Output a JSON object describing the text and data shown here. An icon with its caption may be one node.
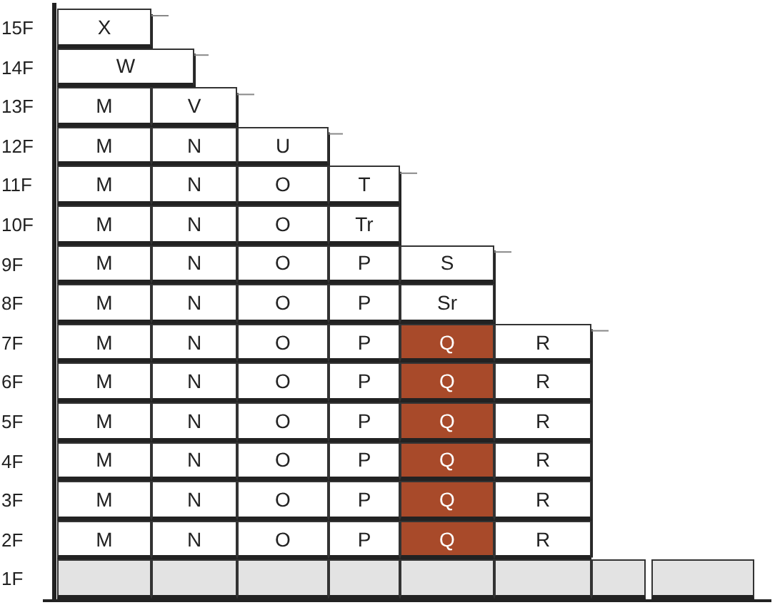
{
  "diagram": {
    "nodes": [
      {
        "text": [
          "X"
        ]
      },
      {
        "text": [
          "W"
        ]
      },
      {
        "text": [
          "M"
        ]
      },
      {
        "text": [
          "V"
        ]
      },
      {
        "text": [
          "M"
        ]
      },
      {
        "text": [
          "N"
        ]
      },
      {
        "text": [
          "U"
        ]
      },
      {
        "text": [
          "M"
        ]
      },
      {
        "text": [
          "N"
        ]
      },
      {
        "text": [
          "O"
        ]
      },
      {
        "text": [
          "T"
        ]
      },
      {
        "text": [
          "M"
        ]
      },
      {
        "text": [
          "N"
        ]
      },
      {
        "text": [
          "O"
        ]
      },
      {
        "text": [
          "Tr"
        ]
      },
      {
        "text": [
          "M"
        ]
      },
      {
        "text": [
          "N"
        ]
      },
      {
        "text": [
          "O"
        ]
      },
      {
        "text": [
          "P"
        ]
      },
      {
        "text": [
          "S"
        ]
      },
      {
        "text": [
          "M"
        ]
      },
      {
        "text": [
          "N"
        ]
      },
      {
        "text": [
          "O"
        ]
      },
      {
        "text": [
          "P"
        ]
      },
      {
        "text": [
          "Sr"
        ]
      },
      {
        "text": [
          "M"
        ]
      },
      {
        "text": [
          "N"
        ]
      },
      {
        "text": [
          "O"
        ]
      },
      {
        "text": [
          "P"
        ]
      },
      {
        "text": [
          "Q"
        ]
      },
      {
        "text": [
          "R"
        ]
      },
      {
        "text": [
          "M"
        ]
      },
      {
        "text": [
          "N"
        ]
      },
      {
        "text": [
          "O"
        ]
      },
      {
        "text": [
          "P"
        ]
      },
      {
        "text": [
          "Q"
        ]
      },
      {
        "text": [
          "R"
        ]
      },
      {
        "text": [
          "M"
        ]
      },
      {
        "text": [
          "N"
        ]
      },
      {
        "text": [
          "O"
        ]
      },
      {
        "text": [
          "P"
        ]
      },
      {
        "text": [
          "Q"
        ]
      },
      {
        "text": [
          "R"
        ]
      },
      {
        "text": [
          "M"
        ]
      },
      {
        "text": [
          "N"
        ]
      },
      {
        "text": [
          "O"
        ]
      },
      {
        "text": [
          "P"
        ]
      },
      {
        "text": [
          "Q"
        ]
      },
      {
        "text": [
          "R"
        ]
      },
      {
        "text": [
          "M"
        ]
      },
      {
        "text": [
          "N"
        ]
      },
      {
        "text": [
          "O"
        ]
      },
      {
        "text": [
          "P"
        ]
      },
      {
        "text": [
          "Q"
        ]
      },
      {
        "text": [
          "R"
        ]
      },
      {
        "text": [
          "M"
        ]
      },
      {
        "text": [
          "N"
        ]
      },
      {
        "text": [
          "O"
        ]
      },
      {
        "text": [
          "P"
        ]
      },
      {
        "text": [
          "Q"
        ]
      },
      {
        "text": [
          "R"
        ]
      },
      {
        "text": [],
        "shape": "box"
      },
      {
        "text": [],
        "shape": "box"
      },
      {
        "text": [],
        "shape": "box"
      },
      {
        "text": [],
        "shape": "box"
      },
      {
        "text": [],
        "shape": "box"
      },
      {
        "text": [],
        "shape": "box"
      },
      {
        "text": [],
        "shape": "box"
      },
      {
        "text": [],
        "shape": "box"
      }
    ],
    "labels": [
      "15F",
      "14F",
      "13F",
      "12F",
      "11F",
      "10F",
      "9F",
      "8F",
      "7F",
      "6F",
      "5F",
      "4F",
      "3F",
      "2F",
      "1F"
    ]
  }
}
